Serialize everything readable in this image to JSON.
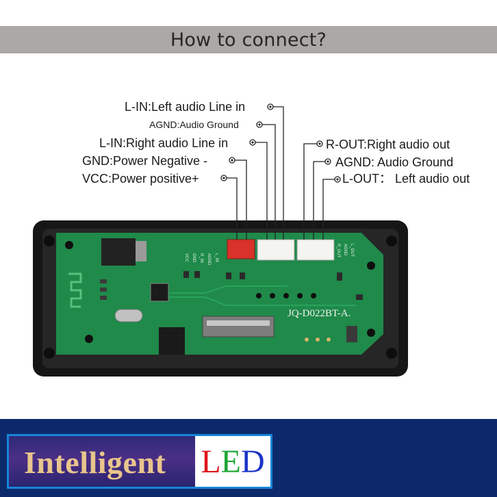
{
  "header": {
    "title": "How to connect?"
  },
  "pins": {
    "lin_left": "L-IN:Left audio Line in",
    "agnd_in": "AGND:Audio Ground",
    "lin_right": "L-IN:Right audio Line in",
    "gnd": "GND:Power Negative -",
    "vcc": "VCC:Power positive+",
    "rout": "R-OUT:Right audio out",
    "agnd_out": "AGND: Audio Ground",
    "lout": "L-OUT：  Left audio out"
  },
  "board": {
    "model": "JQ-D022BT-A.",
    "silk_labels": [
      "VCC",
      "GND",
      "R_IN",
      "AGND",
      "L_IN",
      "R_OUT",
      "AGND",
      "L_OUT"
    ]
  },
  "brand": {
    "word": "Intelligent",
    "led_l": "L",
    "led_e": "E",
    "led_d": "D"
  },
  "colors": {
    "title_bar": "#aba8a6",
    "pcb": "#1f8a4a",
    "footer": "#0c2a6b",
    "connector_red": "#d8322a"
  }
}
